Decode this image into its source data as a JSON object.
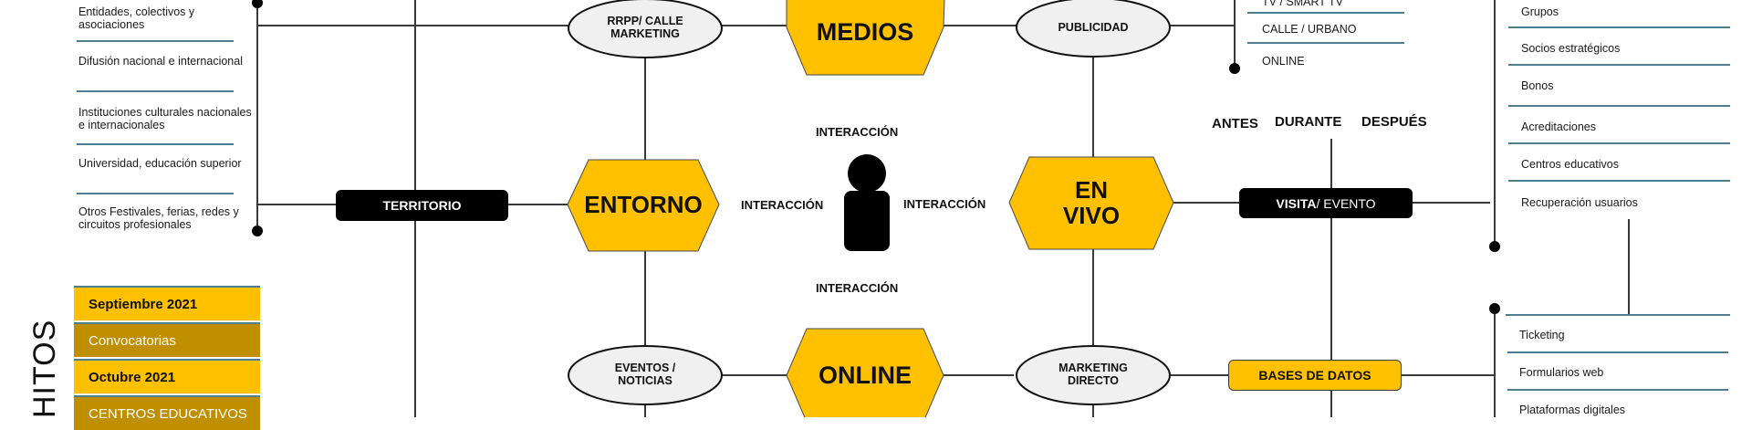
{
  "left_list": {
    "items": [
      "Entidades, colectivos y asociaciones",
      "Difusión nacional e internacional",
      "Instituciones culturales nacionales e internacionales",
      "Universidad, educación superior",
      "Otros Festivales, ferias, redes y circuitos profesionales"
    ]
  },
  "hitos": {
    "title": "HITOS",
    "rows": [
      {
        "label": "Septiembre 2021",
        "style": "gold"
      },
      {
        "label": "Convocatorias",
        "style": "dark"
      },
      {
        "label": "Octubre 2021",
        "style": "gold"
      },
      {
        "label": "CENTROS EDUCATIVOS",
        "style": "dark"
      }
    ]
  },
  "nodes": {
    "territorio": "TERRITORIO",
    "entorno": "ENTORNO",
    "medios": "MEDIOS",
    "en_vivo_line1": "EN",
    "en_vivo_line2": "VIVO",
    "online": "ONLINE",
    "rrpp_line1": "RRPP/ CALLE",
    "rrpp_line2": "MARKETING",
    "publicidad": "PUBLICIDAD",
    "eventos_line1": "EVENTOS /",
    "eventos_line2": "NOTICIAS",
    "marketing_line1": "MARKETING",
    "marketing_line2": "DIRECTO",
    "visita_bold": "VISITA",
    "visita_rest": " / EVENTO",
    "bases_datos": "BASES DE DATOS"
  },
  "interaction": {
    "top": "INTERACCIÓN",
    "left": "INTERACCIÓN",
    "right": "INTERACCIÓN",
    "bottom": "INTERACCIÓN"
  },
  "media_list": {
    "items": [
      "TV / SMART TV",
      "CALLE / URBANO",
      "ONLINE"
    ]
  },
  "timing": {
    "antes": "ANTES",
    "durante": "DURANTE",
    "despues": "DESPUÉS"
  },
  "right_list_top": {
    "items": [
      "Grupos",
      "Socios estratégicos",
      "Bonos",
      "Acreditaciones",
      "Centros educativos",
      "Recuperación usuarios"
    ]
  },
  "right_list_bottom": {
    "items": [
      "Ticketing",
      "Formularios web",
      "Plataformas digitales"
    ]
  },
  "colors": {
    "accent_yellow": "#ffc000",
    "dark_gold": "#bf8f00",
    "rule_teal": "#4e7d8e",
    "oval_fill": "#f0f0f0",
    "line": "#333333"
  }
}
